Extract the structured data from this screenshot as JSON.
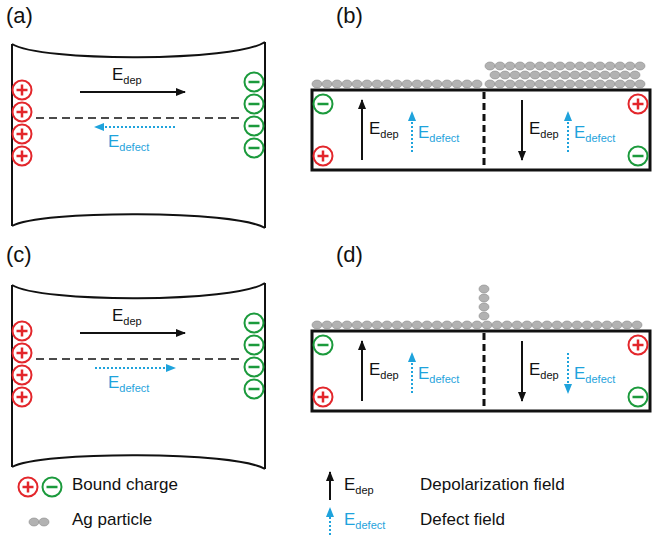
{
  "diagram": {
    "labels": [
      "(a)",
      "(b)",
      "(c)",
      "(d)",
      "E",
      "dep",
      "E",
      "defect",
      "E",
      "dep",
      "E",
      "defect",
      "E",
      "dep",
      "E",
      "defect",
      "E",
      "dep",
      "E",
      "defect",
      "E",
      "dep",
      "E",
      "defect",
      "E",
      "dep",
      "E",
      "defect",
      "E",
      "dep",
      "E",
      "defect"
    ],
    "legend": [
      {
        "text": "Bound charge"
      },
      {
        "text": "Ag particle"
      },
      {
        "text": "Depolarization field"
      },
      {
        "text": "Defect field"
      }
    ]
  }
}
